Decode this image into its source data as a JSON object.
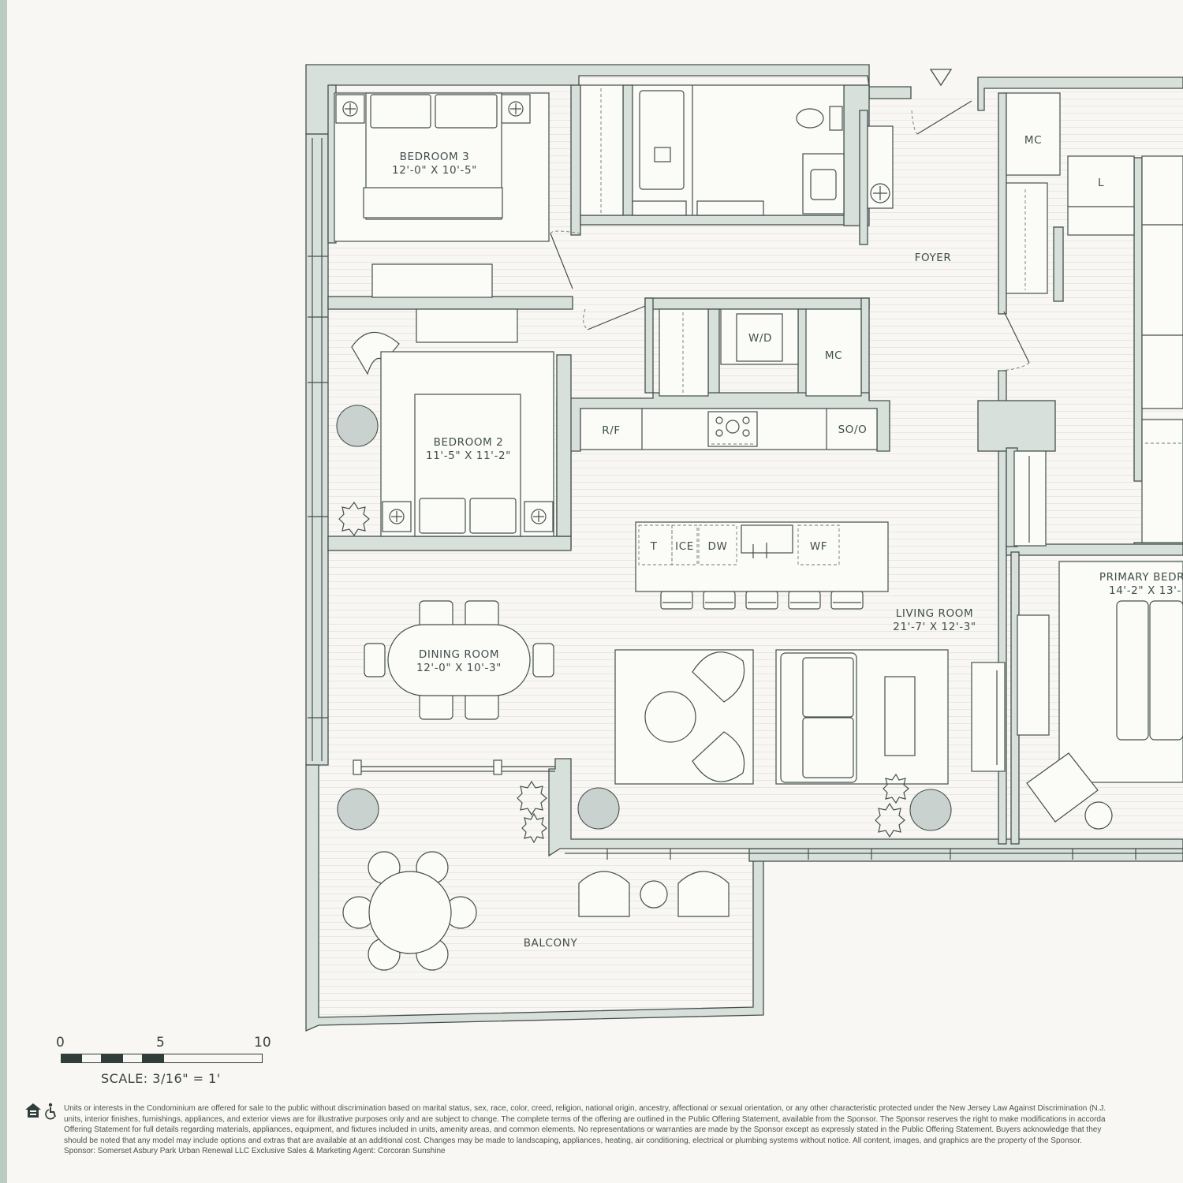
{
  "rooms": {
    "bedroom3": {
      "name": "BEDROOM 3",
      "dims": "12'-0\" X 10'-5\""
    },
    "bedroom2": {
      "name": "BEDROOM 2",
      "dims": "11'-5\" X 11'-2\""
    },
    "dining": {
      "name": "DINING ROOM",
      "dims": "12'-0\" X 10'-3\""
    },
    "living": {
      "name": "LIVING ROOM",
      "dims": "21'-7' X 12'-3\""
    },
    "primary": {
      "name": "PRIMARY BEDR",
      "dims": "14'-2\" X 13'-"
    },
    "foyer": {
      "name": "FOYER"
    },
    "balcony": {
      "name": "BALCONY"
    }
  },
  "fixtures": {
    "mc1": "MC",
    "mc2": "MC",
    "l": "L",
    "wd": "W/D",
    "rf": "R/F",
    "soo": "SO/O",
    "t": "T",
    "ice": "ICE",
    "dw": "DW",
    "wf": "WF"
  },
  "scale": {
    "tick0": "0",
    "tick5": "5",
    "tick10": "10",
    "caption": "SCALE: 3/16\" = 1'"
  },
  "legal": {
    "line1": "Units or interests in the Condominium are offered for sale to the public without discrimination based on marital status, sex, race, color, creed, religion, national origin, ancestry, affectional or sexual orientation, or any other characteristic protected under the New Jersey Law Against Discrimination (N.J.",
    "line2": "units, interior finishes, furnishings, appliances, and exterior views are for illustrative purposes only and are subject to change. The complete terms of the offering are outlined in the Public Offering Statement, available from the Sponsor. The Sponsor reserves the right to make modifications in accorda",
    "line3": "Offering Statement for full details regarding materials, appliances, equipment, and fixtures included in units, amenity areas, and common elements. No representations or warranties are made by the Sponsor except as expressly stated in the Public Offering Statement. Buyers acknowledge that they",
    "line4": "should be noted that any model may include options and extras that are available at an additional cost. Changes may be made to landscaping, appliances, heating, air conditioning, electrical or plumbing systems without notice. All content, images, and graphics are the property of the Sponsor.",
    "line5": "Sponsor: Somerset Asbury Park Urban Renewal LLC Exclusive Sales & Marketing Agent: Corcoran Sunshine"
  },
  "icons": [
    "equal-housing-icon",
    "accessibility-icon"
  ],
  "colors": {
    "wall": "#d7e0db",
    "ink": "#44504d",
    "accent": "#b9cbc3",
    "background": "#f8f7f3"
  }
}
